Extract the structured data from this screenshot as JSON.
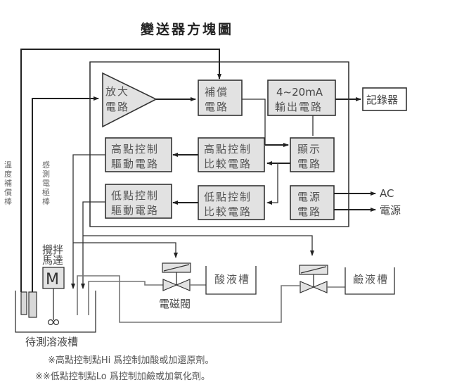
{
  "title": "變送器方塊圖",
  "blocks": {
    "amplifier": [
      "放大",
      "電路"
    ],
    "compensation": [
      "補償",
      "電路"
    ],
    "output": [
      "4~20mA",
      "輸出電路"
    ],
    "recorder": "記錄器",
    "hi_drive": [
      "高點控制",
      "驅動電路"
    ],
    "hi_compare": [
      "高點控制",
      "比較電路"
    ],
    "display": [
      "顯示",
      "電路"
    ],
    "lo_drive": [
      "低點控制",
      "驅動電路"
    ],
    "lo_compare": [
      "低點控制",
      "比較電路"
    ],
    "power": [
      "電源",
      "電路"
    ]
  },
  "power_outputs": [
    "AC",
    "電源"
  ],
  "sensors": {
    "temp_probe": [
      "溫",
      "度",
      "補",
      "償",
      "棒"
    ],
    "sensing_electrode": [
      "感",
      "測",
      "電",
      "極",
      "棒"
    ]
  },
  "motor": {
    "label": [
      "攪拌",
      "馬達"
    ],
    "symbol": "M"
  },
  "valve_label": "電磁閥",
  "tanks": {
    "acid": "酸液槽",
    "alkali": "鹼液槽",
    "sample": "待測溶液槽"
  },
  "notes": [
    "※高點控制點Hi 爲控制加酸或加還原劑。",
    "※※低點控制點Lo 爲控制加鹼或加氧化劑。"
  ]
}
